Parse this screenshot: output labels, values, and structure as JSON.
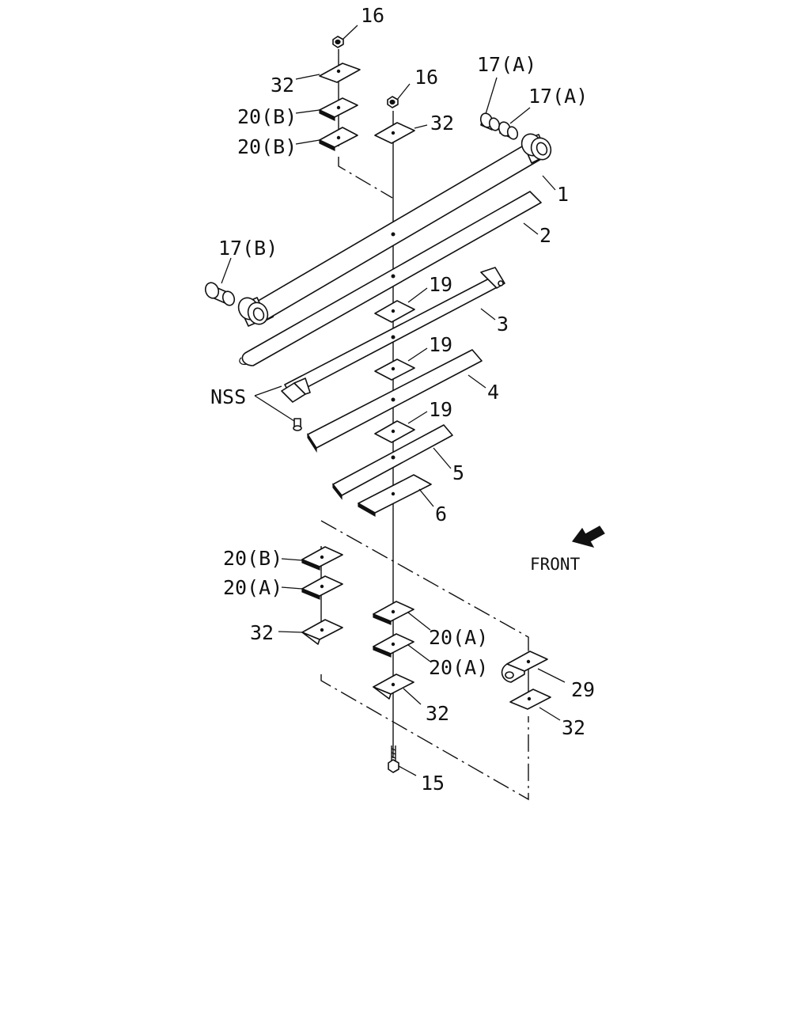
{
  "callouts": {
    "c16a": "16",
    "c16b": "16",
    "c32a": "32",
    "c32b": "32",
    "c20b1": "20(B)",
    "c20b2": "20(B)",
    "c17a1": "17(A)",
    "c17a2": "17(A)",
    "c17b": "17(B)",
    "c1": "1",
    "c2": "2",
    "c19a": "19",
    "c3": "3",
    "c19b": "19",
    "c4": "4",
    "nss": "NSS",
    "c19c": "19",
    "c5": "5",
    "c6": "6",
    "c20b3": "20(B)",
    "c20a1": "20(A)",
    "c32c": "32",
    "c20a2": "20(A)",
    "c20a3": "20(A)",
    "c29": "29",
    "c32d": "32",
    "c32e": "32",
    "c15": "15"
  },
  "front_label": "FRONT",
  "icons": {
    "front_arrow": "arrow-down-left-icon"
  }
}
